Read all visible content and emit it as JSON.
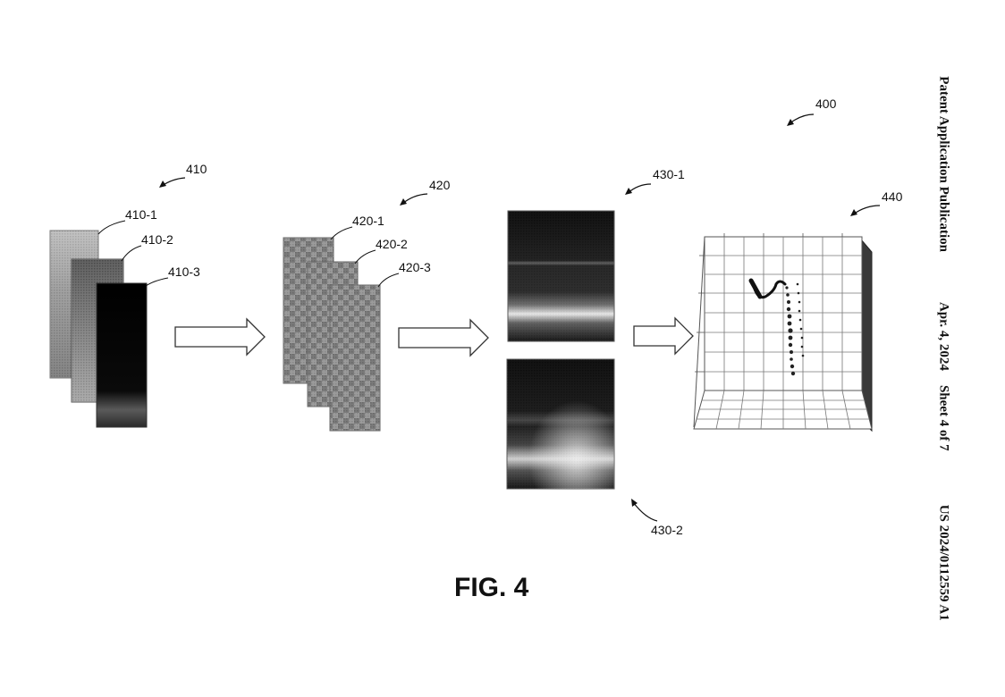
{
  "header": {
    "publication": "Patent Application Publication",
    "date": "Apr. 4, 2024",
    "sheet": "Sheet 4 of 7",
    "number": "US 2024/0112559 A1"
  },
  "figure": {
    "title": "FIG. 4",
    "refs": {
      "system": "400",
      "group_410": "410",
      "frame_410_1": "410-1",
      "frame_410_2": "410-2",
      "frame_410_3": "410-3",
      "group_420": "420",
      "frame_420_1": "420-1",
      "frame_420_2": "420-2",
      "frame_420_3": "420-3",
      "map_430_1": "430-1",
      "map_430_2": "430-2",
      "plot_440": "440"
    }
  }
}
